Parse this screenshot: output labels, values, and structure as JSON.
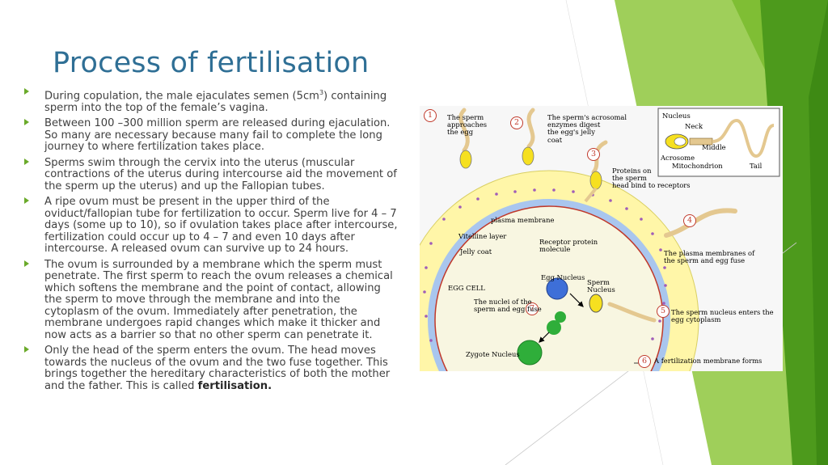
{
  "slide": {
    "title": "Process of fertilisation",
    "bullets": [
      {
        "before": "During copulation, the male ejaculates semen (5cm",
        "sup": "3",
        "after": ") containing sperm into the top of the female’s vagina."
      },
      {
        "text": "Between 100 –300 million sperm are released during ejaculation. So many are necessary because many fail to complete the long journey to where fertilization takes place."
      },
      {
        "text": "Sperms swim through the cervix into the uterus (muscular contractions of the uterus during intercourse aid the movement of the sperm up the uterus) and up the Fallopian tubes."
      },
      {
        "text": "A ripe ovum must be present in the upper third of the oviduct/fallopian tube for fertilization to occur. Sperm live for 4 – 7 days (some up to 10), so if ovulation takes place after intercourse, fertilization could occur up to 4 – 7 and even 10 days after intercourse. A released ovum can survive up to 24 hours."
      },
      {
        "text": "The ovum is surrounded by a membrane which the sperm must penetrate. The first sperm to reach the ovum releases a chemical which softens the membrane and the point of contact, allowing the sperm to move through the membrane and into the cytoplasm of the ovum. Immediately after penetration, the membrane undergoes rapid changes which make it thicker and now acts as a barrier so that no other sperm can penetrate it."
      },
      {
        "before": "Only the head of the sperm enters the ovum. The head moves towards the nucleus of the ovum and the two fuse together. This brings together the hereditary characteristics of both the mother and the father. This is called ",
        "bold": "fertilisation."
      }
    ]
  },
  "diagram": {
    "labels": {
      "step1": "The sperm\napproaches\nthe egg",
      "step2": "The sperm's acrosomal\nenzymes digest\nthe egg's jelly\ncoat",
      "step3": "Proteins on\nthe sperm\nhead bind to receptors",
      "step4": "The plasma membranes of\nthe sperm and egg fuse",
      "step5": "The sperm nucleus enters the\negg cytoplasm",
      "step6": "A fertilization membrane forms",
      "step7": "The nuclei of the\nsperm and egg fuse",
      "plasma_membrane": "plasma membrane",
      "vitelline_layer": "Vitelline layer",
      "jelly_coat": "Jelly coat",
      "receptor": "Receptor protein\nmolecule",
      "egg_cell": "EGG CELL",
      "egg_nucleus": "Egg Nucleus",
      "sperm_nucleus": "Sperm\nNucleus",
      "zygote_nucleus": "Zygote Nucleus",
      "inset_nucleus": "Nucleus",
      "inset_neck": "Neck",
      "inset_middle": "Middle",
      "inset_acrosome": "Acrosome",
      "inset_mitochondrion": "Mitochondrion",
      "inset_tail": "Tail"
    },
    "numbers": [
      "1",
      "2",
      "3",
      "4",
      "5",
      "6",
      "7"
    ],
    "colors": {
      "jelly": "#fff6a8",
      "membrane": "#a9c6ee",
      "cytoplasm": "#f8f6e1",
      "egg_nucleus": "#3e6fd8",
      "zygote": "#2fae3a",
      "sperm_head": "#f6e020",
      "accent_green": "#7ab52e",
      "number_red": "#c0392b"
    }
  }
}
